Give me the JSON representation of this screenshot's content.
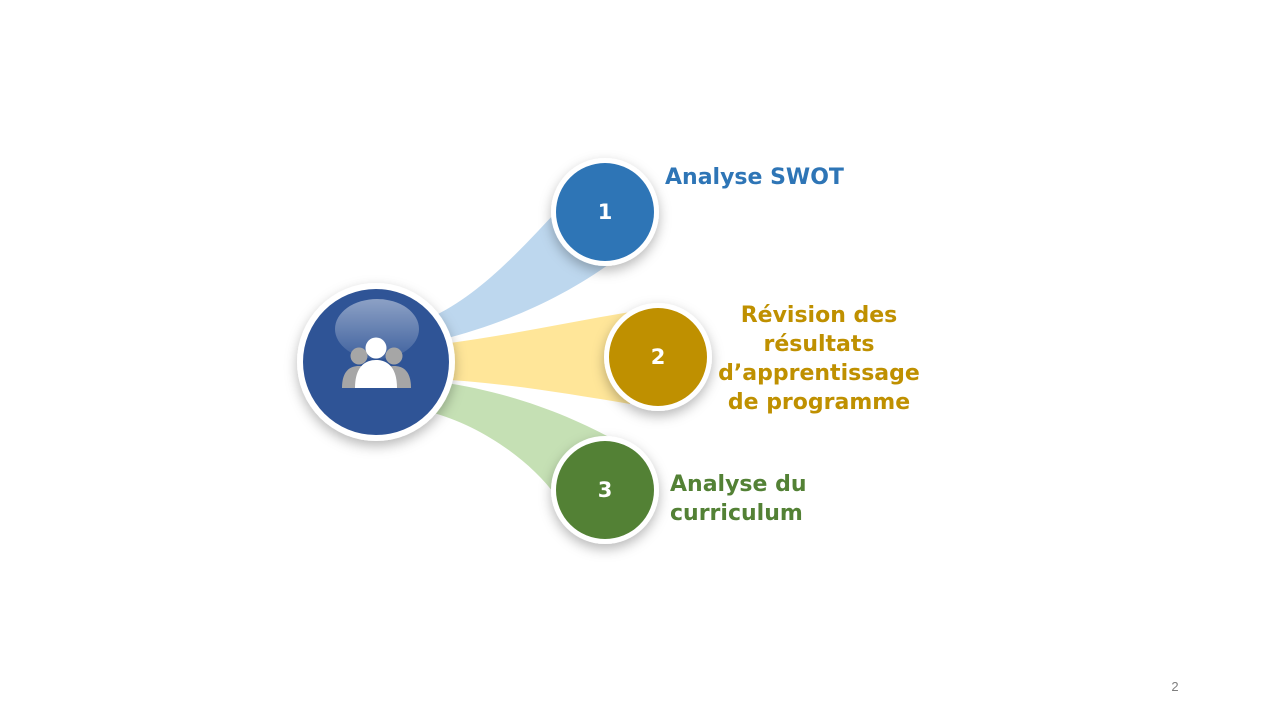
{
  "center_node": {
    "icon": "people-group-icon",
    "fill": "#2f5496"
  },
  "steps": [
    {
      "number": "1",
      "label": "Analyse SWOT",
      "color": "#2e75b6",
      "ribbon_color": "#bdd7ee"
    },
    {
      "number": "2",
      "label": "Révision des\nrésultats\nd’apprentissage\nde programme",
      "color": "#bf9000",
      "ribbon_color": "#ffe699"
    },
    {
      "number": "3",
      "label": "Analyse du\ncurriculum",
      "color": "#538135",
      "ribbon_color": "#c5e0b4"
    }
  ],
  "page_number": "2"
}
